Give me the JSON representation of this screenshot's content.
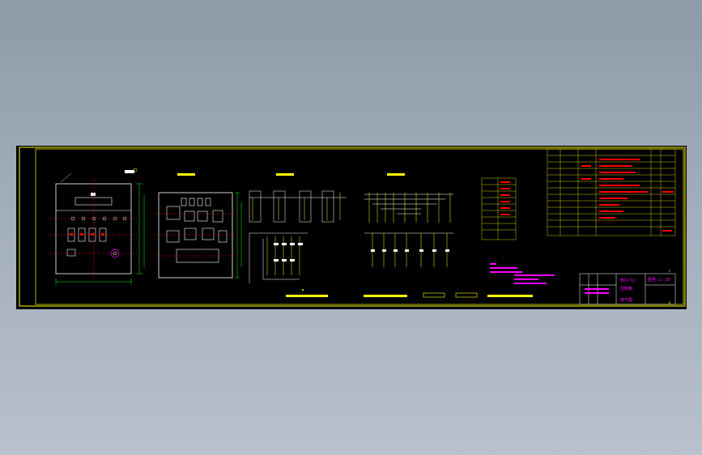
{
  "drawing": {
    "title_block": {
      "drawing_code": "EKU-72",
      "name_line": "控制箱",
      "sheet_label": "电气图",
      "scale_label": "图号: 1 : 20"
    },
    "corner_marks": [
      "Ⅰ",
      "Ⅱ"
    ],
    "colors": {
      "frame": "#ffff00",
      "outline": "#ffffff",
      "dimension": "#00ff00",
      "centerline": "#ff0000",
      "accent": "#ff00ff",
      "note": "#ff00ff",
      "canvas": "#000000"
    }
  }
}
